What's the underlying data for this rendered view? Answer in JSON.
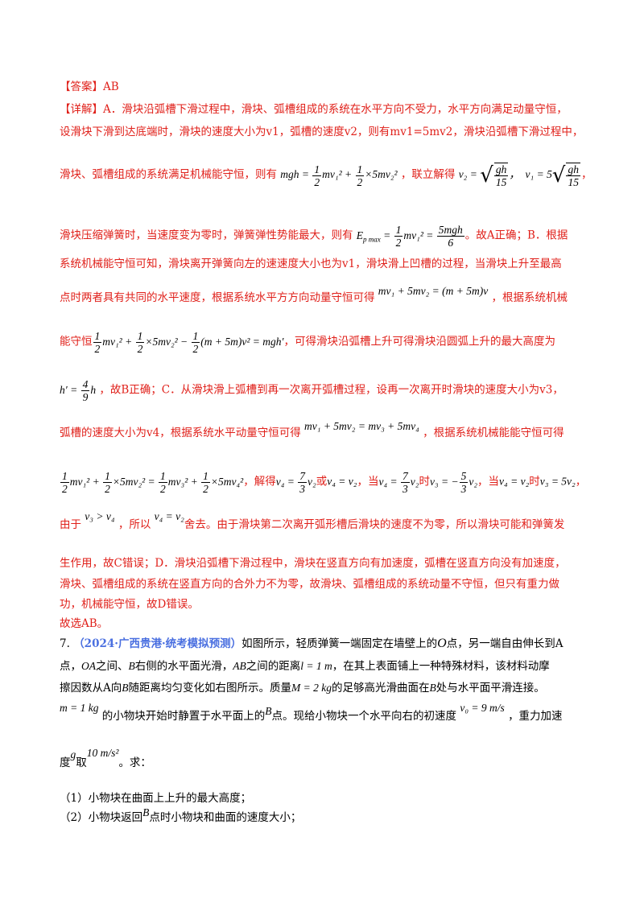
{
  "answer": {
    "label": "【答案】",
    "value": "AB"
  },
  "detail": {
    "label": "【详解】",
    "l1": "A．滑块沿弧槽下滑过程中，滑块、弧槽组成的系统在水平方向不受力，水平方向满足动量守恒，",
    "l2": "设滑块下滑到达底端时，滑块的速度大小为v1，弧槽的速度v2，则有mv1=5mv2，滑块沿弧槽下滑过程中，",
    "l3a": "滑块、弧槽组成的系统满足机械能守恒，则有",
    "l3b": "，联立解得",
    "l4a": "滑块压缩弹簧时，当速度变为零时，弹簧弹性势能最大，则有",
    "l4b": "。故A正确；B．根据",
    "l5": "系统机械能守恒可知，滑块离开弹簧向左的速速度大小也为v1，滑块滑上凹槽的过程，当滑块上升至最高",
    "l6a": "点时两者具有共同的水平速度，根据系统水平方方向动量守恒可得",
    "l6b": "，根据系统机械",
    "l7a": "能守恒",
    "l7b": "，可得滑块沿弧槽上升可得滑块沿圆弧上升的最大高度为",
    "l8b": "，故B正确；C．从滑块滑上弧槽到再一次离开弧槽过程，设再一次离开时滑块的速度大小为v3，",
    "l9a": "弧槽的速度大小为v4，根据系统水平动量守恒可得",
    "l9b": "，根据系统机械能能守恒可得",
    "l10a": "，解得",
    "l10b": "或",
    "l10c": "，当",
    "l10d": "时",
    "l10e": "，当",
    "l10f": "时",
    "l11a": "由于",
    "l11b": "，所以",
    "l11c": "舍去。由于滑块第二次离开弧形槽后滑块的速度不为零，所以滑块可能和弹簧发",
    "l12": "生作用，故C错误；D．滑块沿弧槽下滑过程中，滑块在竖直方向有加速度，弧槽在竖直方向没有加速度，",
    "l13": "滑块、弧槽组成的系统在竖直方向的合外力不为零，故滑块、弧槽组成的系统动量不守恒，但只有重力做",
    "l14": "功，机械能守恒，故D错误。",
    "conclusion": "故选AB。"
  },
  "q7": {
    "number": "7.",
    "source": "（2024·广西贵港·统考模拟预测）",
    "t1": "如图所示，轻质弹簧一端固定在墙壁上的",
    "t1b": "点，另一端自由伸长到A",
    "t2a": "点，",
    "t2b": "之间、",
    "t2c": "右侧的水平面光滑，",
    "t2d": "之间的距离",
    "t2e": "，在其上表面铺上一种特殊材料，该材料动摩",
    "t3a": "擦因数从A向",
    "t3b": "随距离均匀变化如右图所示。质量",
    "t3c": "的足够高光滑曲面在",
    "t3d": "处与水平面平滑连接。",
    "t4a": "的小物块开始时静置于水平面上的",
    "t4b": "点。现给小物块一个水平向右的初速度",
    "t4c": "，重力加速",
    "t5a": "度",
    "t5b": "取",
    "t5c": "。求：",
    "sub1": "（1）小物块在曲面上上升的最大高度；",
    "sub2a": "（2）小物块返回",
    "sub2b": "点时小物块和曲面的速度大小；"
  }
}
